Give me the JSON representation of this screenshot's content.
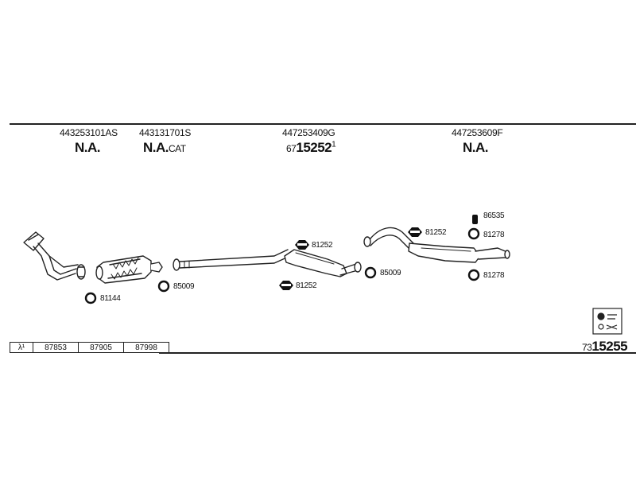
{
  "sections": [
    {
      "part_number": "443253101AS",
      "status": "N.A.",
      "suffix": ""
    },
    {
      "part_number": "443131701S",
      "status": "N.A.",
      "suffix": "CAT"
    },
    {
      "part_number": "447253409G",
      "prefix": "67",
      "code": "15252",
      "sup": "1"
    },
    {
      "part_number": "447253609F",
      "status": "N.A.",
      "suffix": ""
    }
  ],
  "labels": {
    "c81144": "81144",
    "c85009_a": "85009",
    "c81252_top": "81252",
    "c81252_bot": "81252",
    "c85009_b": "85009",
    "c81252_rear": "81252",
    "c86535": "86535",
    "c81278_top": "81278",
    "c81278_bot": "81278"
  },
  "ref_table": {
    "lambda": "λ¹",
    "cells": [
      "87853",
      "87905",
      "87998"
    ]
  },
  "footer": {
    "prefix": "73",
    "code": "15255"
  }
}
